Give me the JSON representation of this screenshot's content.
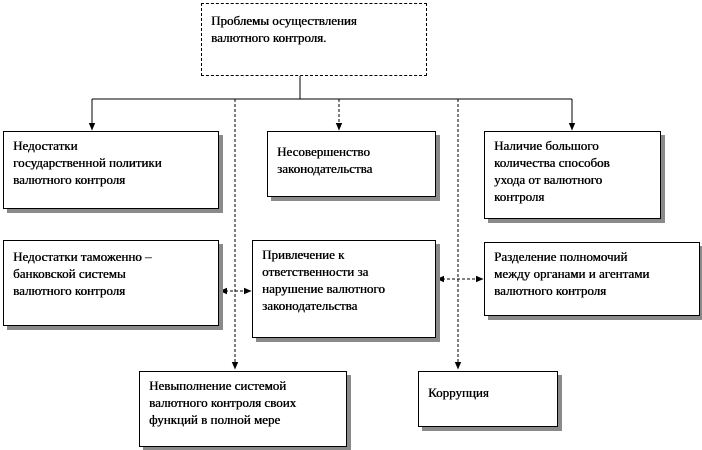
{
  "diagram": {
    "root": {
      "text": "Проблемы осуществления\nвалютного контроля."
    },
    "boxes": {
      "state_policy": "Недостатки\nгосударственной политики\nвалютного контроля",
      "legislation": "Несовершенство\nзаконодательства",
      "many_ways": "Наличие большого\nколичества способов\nухода  от валютного\nконтроля",
      "customs_bank": "Недостатки таможенно –\nбанковской системы\nвалютного контроля",
      "responsibility": "Привлечение к\nответственности за\nнарушение валютного\nзаконодательства",
      "split_powers": "Разделение полномочий\nмежду органами и агентами\nвалютного контроля",
      "failure": "Невыполнение системой\nвалютного контроля своих\nфункций в полной мере",
      "corruption": "Коррупция"
    },
    "colors": {
      "line": "#000000",
      "shadow": "#8a8a8a",
      "box_fill": "#ffffff"
    }
  }
}
